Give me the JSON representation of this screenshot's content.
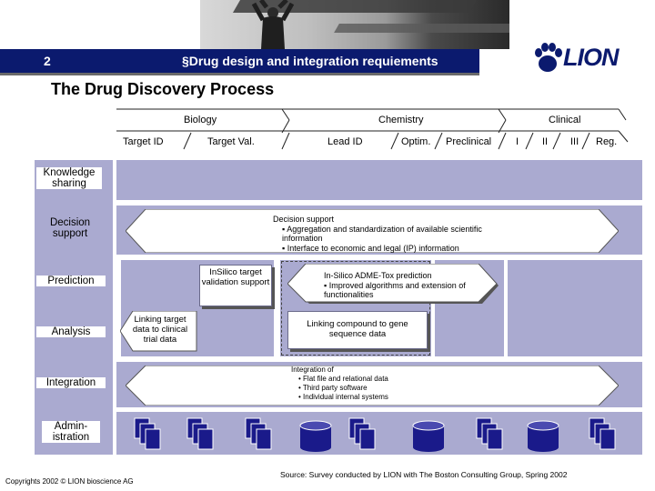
{
  "header": {
    "slide_number": "2",
    "title": "§Drug design and integration requiements",
    "logo_text": "LION"
  },
  "main_title": "The Drug Discovery Process",
  "phases": {
    "top": [
      "Biology",
      "Chemistry",
      "Clinical"
    ],
    "bottom": [
      "Target ID",
      "Target Val.",
      "Lead ID",
      "Optim.",
      "Preclinical",
      "I",
      "II",
      "III",
      "Reg."
    ]
  },
  "rows": {
    "knowledge": "Knowledge sharing",
    "decision": "Decision support",
    "prediction": "Prediction",
    "analysis": "Analysis",
    "integration": "Integration",
    "administration": "Admin- istration"
  },
  "boxes": {
    "decision_support": {
      "title": "Decision support",
      "bullets": [
        "Aggregation and standardization of available scientific information",
        "Interface to economic and legal (IP) information"
      ]
    },
    "insilico_target": "InSilico target validation support",
    "admetox": {
      "title": "In-Silico ADME-Tox prediction",
      "bullets": [
        "Improved algorithms and extension of functionalities"
      ]
    },
    "linking_target": "Linking target data to clinical trial data",
    "linking_compound": "Linking compound to gene sequence data",
    "integration": {
      "title": "Integration of",
      "bullets": [
        "Flat file and relational data",
        "Third party software",
        "Individual internal systems"
      ]
    }
  },
  "footer": {
    "copyright": "Copyrights 2002 © LION bioscience AG",
    "source": "Source: Survey conducted by LION with The Boston Consulting Group, Spring 2002"
  },
  "colors": {
    "navy": "#0b1a6e",
    "panel": "#aaaad0",
    "icon": "#1a1a8a"
  }
}
